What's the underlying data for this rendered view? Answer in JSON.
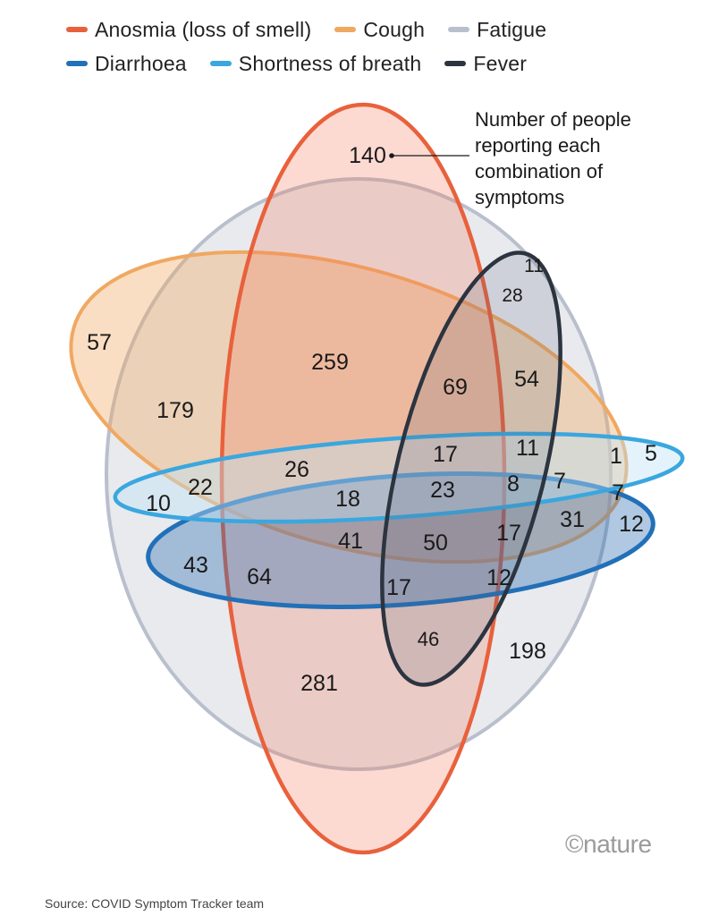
{
  "legend": [
    {
      "label": "Anosmia (loss of smell)",
      "color": "#e8613c"
    },
    {
      "label": "Cough",
      "color": "#f0a860"
    },
    {
      "label": "Fatigue",
      "color": "#b9bfcc"
    },
    {
      "label": "Diarrhoea",
      "color": "#2170b8"
    },
    {
      "label": "Shortness of breath",
      "color": "#3aa7df"
    },
    {
      "label": "Fever",
      "color": "#2c3440"
    }
  ],
  "callout": [
    "Number of people",
    "reporting each",
    "combination of",
    "symptoms"
  ],
  "counts": {
    "c140": "140",
    "c11a": "11",
    "c28": "28",
    "c57": "57",
    "c259": "259",
    "c69": "69",
    "c54": "54",
    "c179": "179",
    "c17a": "17",
    "c11b": "11",
    "c1": "1",
    "c5": "5",
    "c26": "26",
    "c22": "22",
    "c10": "10",
    "c18": "18",
    "c23": "23",
    "c8": "8",
    "c7a": "7",
    "c7b": "7",
    "c31": "31",
    "c12a": "12",
    "c41": "41",
    "c50": "50",
    "c17b": "17",
    "c43": "43",
    "c64": "64",
    "c17c": "17",
    "c12b": "12",
    "c46": "46",
    "c198": "198",
    "c281": "281"
  },
  "logo": "©nature",
  "source": "Source: COVID Symptom Tracker team"
}
